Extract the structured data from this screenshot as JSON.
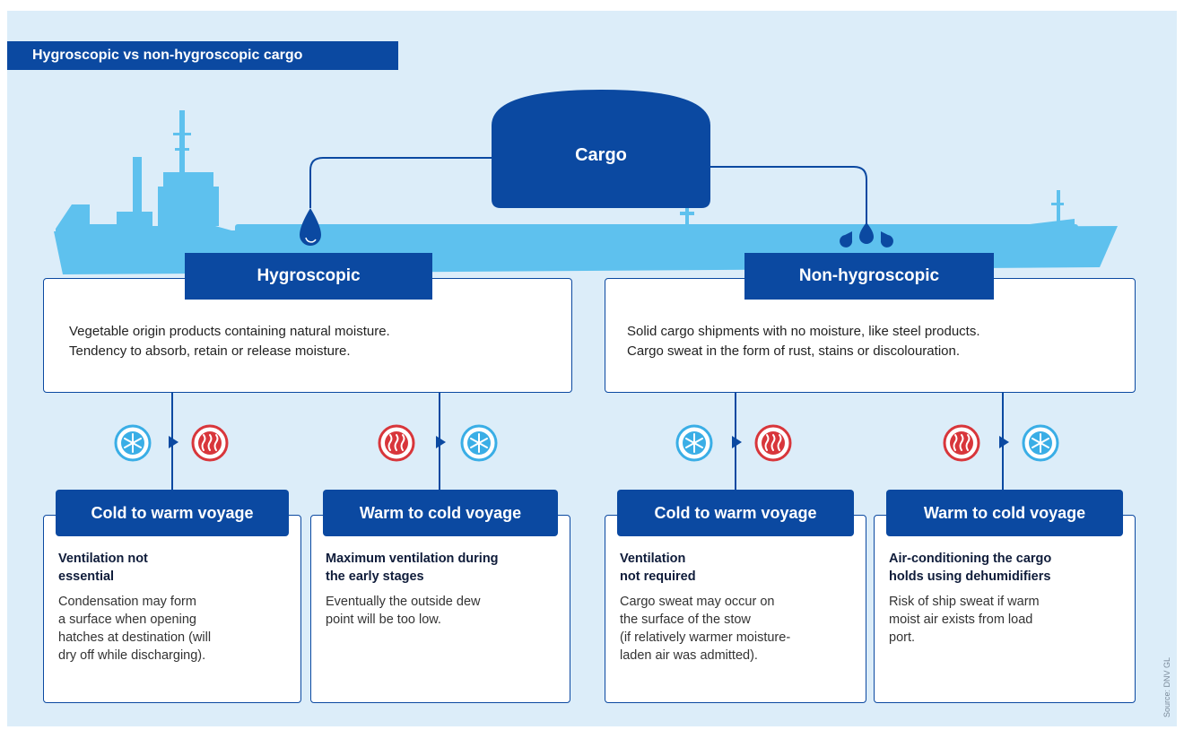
{
  "title": "Hygroscopic vs non-hygroscopic cargo",
  "cargo": "Cargo",
  "source": "Source: DNV GL",
  "hygroscopic": {
    "label": "Hygroscopic",
    "description_1": "Vegetable origin products containing natural moisture.",
    "description_2": "Tendency to absorb, retain or release moisture.",
    "cold_to_warm": {
      "title": "Cold to warm voyage",
      "bold_1": "Ventilation not",
      "bold_2": "essential",
      "text_1": "Condensation may form",
      "text_2": "a surface when opening",
      "text_3": "hatches at destination (will",
      "text_4": "dry off while discharging)."
    },
    "warm_to_cold": {
      "title": "Warm to cold voyage",
      "bold_1": "Maximum ventilation during",
      "bold_2": "the early stages",
      "text_1": "Eventually the outside dew",
      "text_2": "point will be too low."
    }
  },
  "non_hygroscopic": {
    "label": "Non-hygroscopic",
    "description_1": "Solid cargo shipments with no moisture, like steel products.",
    "description_2": "Cargo sweat in the form of rust, stains or discolouration.",
    "cold_to_warm": {
      "title": "Cold to warm voyage",
      "bold_1": "Ventilation",
      "bold_2": "not required",
      "text_1": "Cargo sweat may occur on",
      "text_2": "the surface of the stow",
      "text_3": "(if relatively warmer moisture-",
      "text_4": "laden air was admitted)."
    },
    "warm_to_cold": {
      "title": "Warm to cold voyage",
      "bold_1": "Air-conditioning the cargo",
      "bold_2": "holds using dehumidifiers",
      "text_1": "Risk of ship sweat if warm",
      "text_2": "moist air exists from load",
      "text_3": "port."
    }
  },
  "colors": {
    "navy": "#0b49a1",
    "ship": "#5ec1ee",
    "panel": "#dcedf9",
    "cold": "#3aaee6",
    "warm": "#d8363b"
  },
  "icons": [
    "snowflake-icon",
    "heat-icon",
    "arrow-right-icon",
    "water-drop-icon",
    "water-drops-icon"
  ]
}
